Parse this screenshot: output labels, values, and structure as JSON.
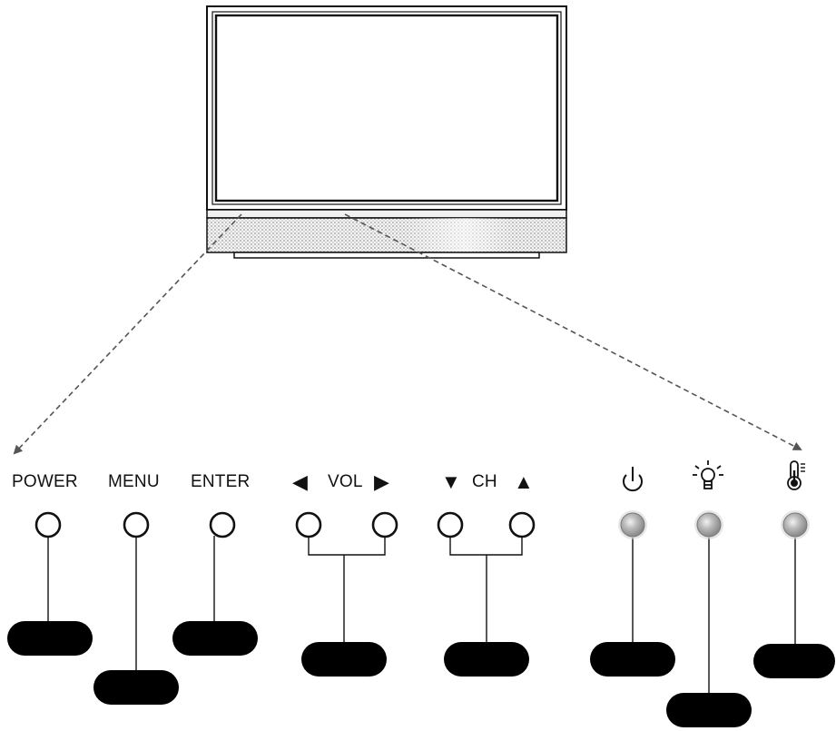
{
  "buttons": {
    "power": "POWER",
    "menu": "MENU",
    "enter": "ENTER",
    "vol": "VOL",
    "ch": "CH",
    "vol_left_glyph": "◀",
    "vol_right_glyph": "▶",
    "ch_down_glyph": "▼",
    "ch_up_glyph": "▲"
  },
  "indicators": {
    "power_icon": "power-icon",
    "lamp_icon": "lamp-icon",
    "temperature_icon": "thermometer-icon"
  },
  "colors": {
    "line": "#111111",
    "callout": "#000000",
    "indicator": "#9a9a9a",
    "speaker": "#d9d9d9"
  }
}
